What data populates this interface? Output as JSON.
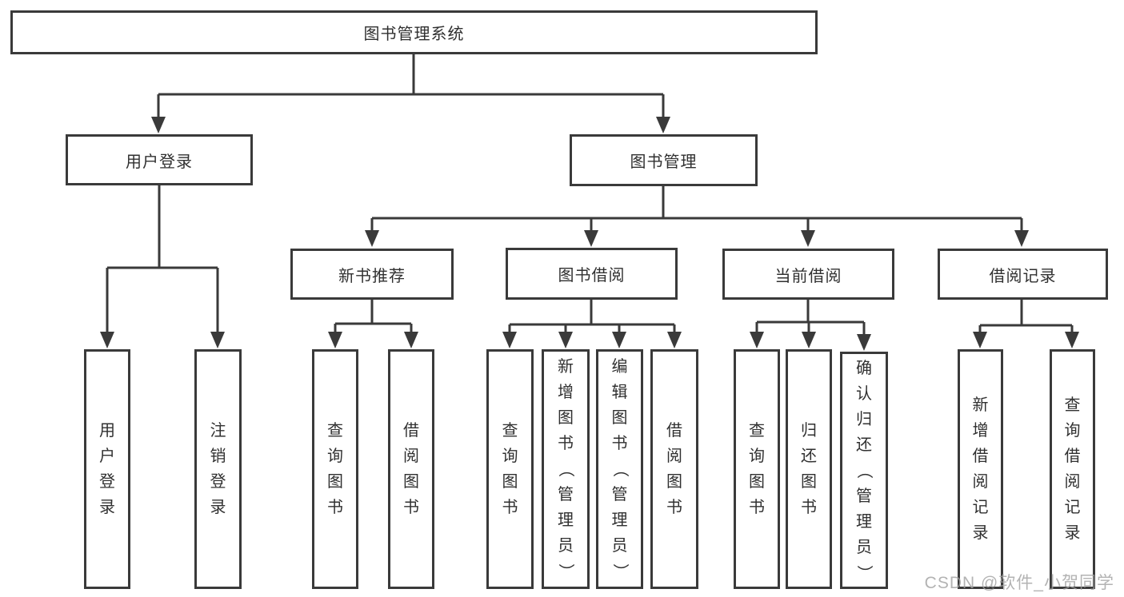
{
  "diagram": {
    "title": "图书管理系统",
    "type": "hierarchy-diagram",
    "colors": {
      "line": "#3a3a3a",
      "text": "#303030",
      "background": "#ffffff",
      "watermark": "#a0a0a0"
    },
    "watermark": "CSDN @软件_小贺同学"
  },
  "tree": {
    "label": "图书管理系统",
    "children": [
      {
        "label": "用户登录",
        "children": [
          {
            "label": "用户登录"
          },
          {
            "label": "注销登录"
          }
        ]
      },
      {
        "label": "图书管理",
        "children": [
          {
            "label": "新书推荐",
            "children": [
              {
                "label": "查询图书"
              },
              {
                "label": "借阅图书"
              }
            ]
          },
          {
            "label": "图书借阅",
            "children": [
              {
                "label": "查询图书"
              },
              {
                "label": "新增图书（管理员）"
              },
              {
                "label": "编辑图书（管理员）"
              },
              {
                "label": "借阅图书"
              }
            ]
          },
          {
            "label": "当前借阅",
            "children": [
              {
                "label": "查询图书"
              },
              {
                "label": "归还图书"
              },
              {
                "label": "确认归还（管理员）"
              }
            ]
          },
          {
            "label": "借阅记录",
            "children": [
              {
                "label": "新增借阅记录"
              },
              {
                "label": "查询借阅记录"
              }
            ]
          }
        ]
      }
    ]
  }
}
